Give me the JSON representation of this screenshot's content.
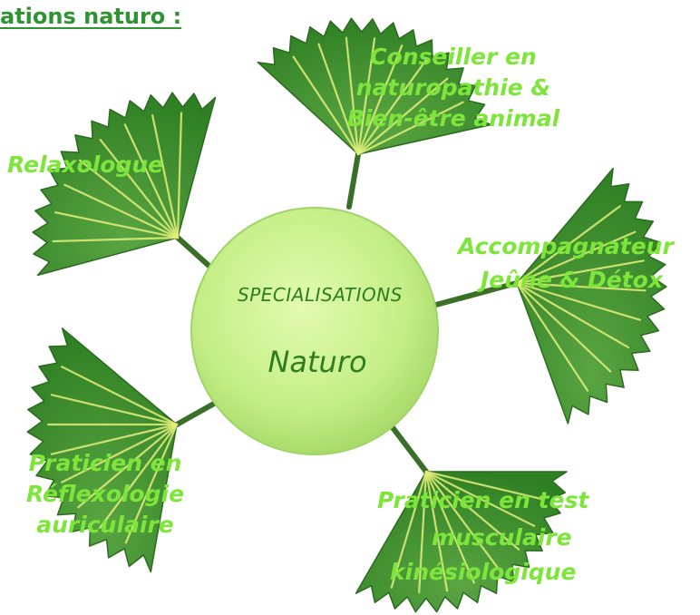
{
  "heading": "ations naturo :",
  "center": {
    "title": "SPECIALISATIONS",
    "subtitle": "Naturo"
  },
  "leaves": [
    {
      "id": "relaxologue",
      "label": "Relaxologue"
    },
    {
      "id": "conseiller",
      "label": "Conseiller en\nnaturopathie &\nBien-être animal"
    },
    {
      "id": "jeune",
      "label_line1": "Accompagnateur",
      "label_line2": "Jeûne & Détox"
    },
    {
      "id": "reflexologie",
      "label": "Praticien en\nRéflexologie\nauriculaire"
    },
    {
      "id": "kinesiologie",
      "label_line1": "Praticien en test",
      "label_line2": "musculaire",
      "label_line3": "kinésiologique"
    }
  ],
  "colors": {
    "leaf_fill": "#3f8f2f",
    "leaf_light": "#62ad48",
    "vein": "#e4f07a",
    "stem": "#3a6f27",
    "center_fill": "#c8f08a",
    "label_bright": "#7ee63a",
    "label_dark": "#2e8b2e",
    "heading": "#2e9431"
  }
}
